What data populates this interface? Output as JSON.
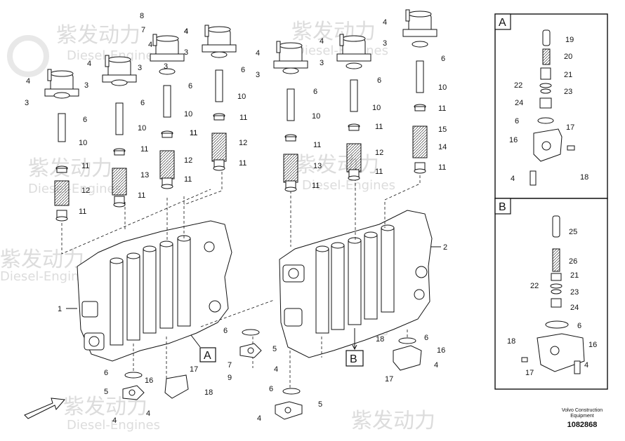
{
  "watermark": {
    "cn": "紫发动力",
    "en": "Diesel-Engines"
  },
  "footer": {
    "company": "Volvo Construction",
    "sub": "Equipment",
    "number": "1082868"
  },
  "insets": {
    "a": {
      "letter": "A",
      "callouts": [
        "19",
        "20",
        "21",
        "22",
        "23",
        "24",
        "6",
        "16",
        "17",
        "18",
        "4"
      ]
    },
    "b": {
      "letter": "B",
      "callouts": [
        "25",
        "26",
        "21",
        "22",
        "23",
        "24",
        "6",
        "16",
        "18",
        "17",
        "4"
      ]
    }
  },
  "main": {
    "letter_a": "A",
    "letter_b": "B",
    "housing_left": "1",
    "housing_right": "2",
    "callouts": [
      "8",
      "7",
      "4",
      "3",
      "4",
      "3",
      "6",
      "10",
      "11",
      "12",
      "11",
      "4",
      "3",
      "6",
      "10",
      "11",
      "13",
      "11",
      "4",
      "3",
      "6",
      "11",
      "10",
      "11",
      "12",
      "11",
      "4",
      "3",
      "6",
      "10",
      "11",
      "12",
      "11",
      "4",
      "3",
      "6",
      "10",
      "11",
      "13",
      "11",
      "4",
      "3",
      "6",
      "10",
      "11",
      "12",
      "11",
      "4",
      "3",
      "6",
      "10",
      "11",
      "15",
      "14",
      "11",
      "6",
      "5",
      "4",
      "4",
      "16",
      "17",
      "18",
      "6",
      "5",
      "7",
      "9",
      "4",
      "6",
      "5",
      "4",
      "6",
      "16",
      "18",
      "17",
      "4"
    ]
  }
}
